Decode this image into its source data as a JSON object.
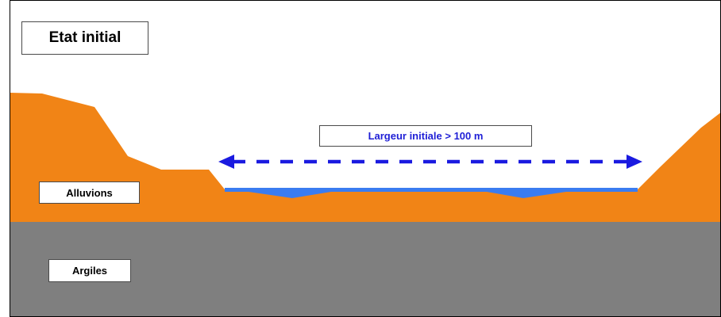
{
  "title": "Etat initial",
  "width_label": "Largeur initiale > 100 m",
  "layers": {
    "alluvions": "Alluvions",
    "argiles": "Argiles"
  },
  "colors": {
    "alluvions": "#f18416",
    "argiles": "#7f7f7f",
    "water": "#3a7cf0",
    "arrow": "#1a1ae0"
  }
}
